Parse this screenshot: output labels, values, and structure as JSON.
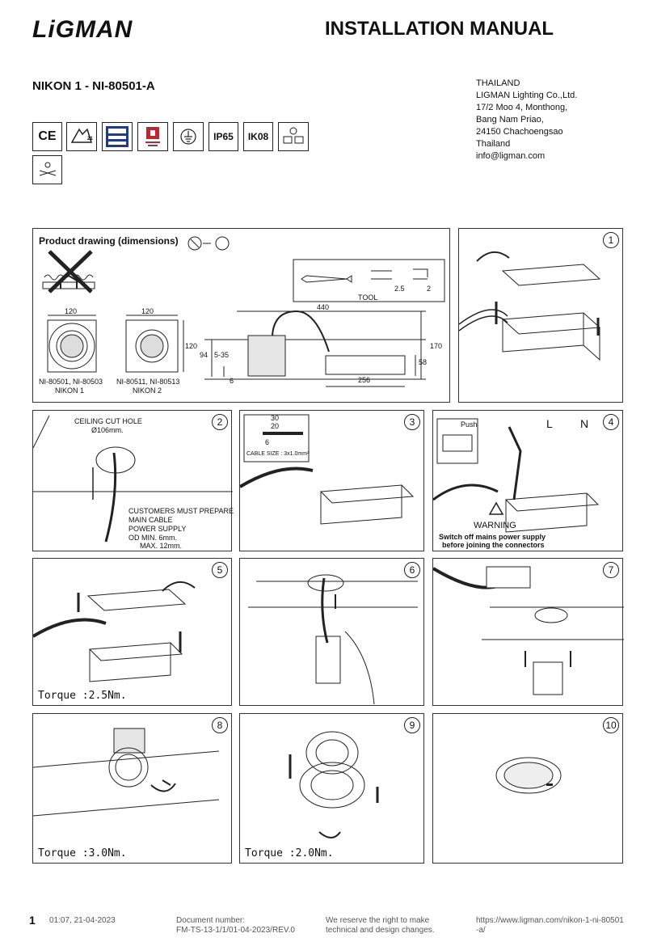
{
  "header": {
    "brand": "LiGMAN",
    "title": "INSTALLATION MANUAL",
    "product": "NIKON 1 - NI-80501-A",
    "address": [
      "THAILAND",
      "LIGMAN Lighting Co.,Ltd.",
      "17/2 Moo 4, Monthong,",
      "Bang Nam Priao,",
      "24150 Chachoengsao",
      "Thailand",
      "info@ligman.com"
    ]
  },
  "certifications": {
    "ce": "CE",
    "ip": "IP65",
    "ik": "IK08"
  },
  "drawing": {
    "title": "Product drawing (dimensions)",
    "tool_label": "TOOL",
    "tool_dims": [
      "2.5",
      "2"
    ],
    "nikon1_width": "120",
    "nikon1_models": "NI-80501, NI-80503",
    "nikon1_name": "NIKON 1",
    "nikon2_width": "120",
    "nikon2_height": "120",
    "nikon2_models": "NI-80511, NI-80513",
    "nikon2_name": "NIKON 2",
    "side_total": "440",
    "side_height": "170",
    "side_depth": "94",
    "side_range": "5-35",
    "side_small": "6",
    "side_box_height": "58",
    "side_box_length": "256"
  },
  "steps": [
    {
      "num": "1"
    },
    {
      "num": "2",
      "cut_label": "CEILING CUT HOLE",
      "cut_dia": "Ø106mm.",
      "notes": [
        "CUSTOMERS MUST PREPARE",
        "MAIN CABLE",
        "POWER SUPPLY",
        "OD MIN. 6mm.",
        "MAX. 12mm."
      ]
    },
    {
      "num": "3",
      "dims": [
        "30",
        "20",
        "6"
      ],
      "cable_size": "CABLE SIZE : 3x1.0mm²"
    },
    {
      "num": "4",
      "push": "Push",
      "l": "L",
      "n": "N",
      "warning": "WARNING",
      "warning_text": [
        "Switch off mains power supply",
        "before joining the connectors"
      ]
    },
    {
      "num": "5",
      "torque": "Torque :2.5Nm."
    },
    {
      "num": "6"
    },
    {
      "num": "7"
    },
    {
      "num": "8",
      "torque": "Torque :3.0Nm."
    },
    {
      "num": "9",
      "torque": "Torque :2.0Nm."
    },
    {
      "num": "10"
    }
  ],
  "footer": {
    "page": "1",
    "datetime": "01:07, 21-04-2023",
    "doc_number_label": "Document number:",
    "doc_number": "FM-TS-13-1/1/01-04-2023/REV.0",
    "rights_1": "We reserve the right to make",
    "rights_2": "technical and design changes.",
    "url_1": "https://www.ligman.com/nikon-1-ni-80501",
    "url_2": "-a/"
  }
}
